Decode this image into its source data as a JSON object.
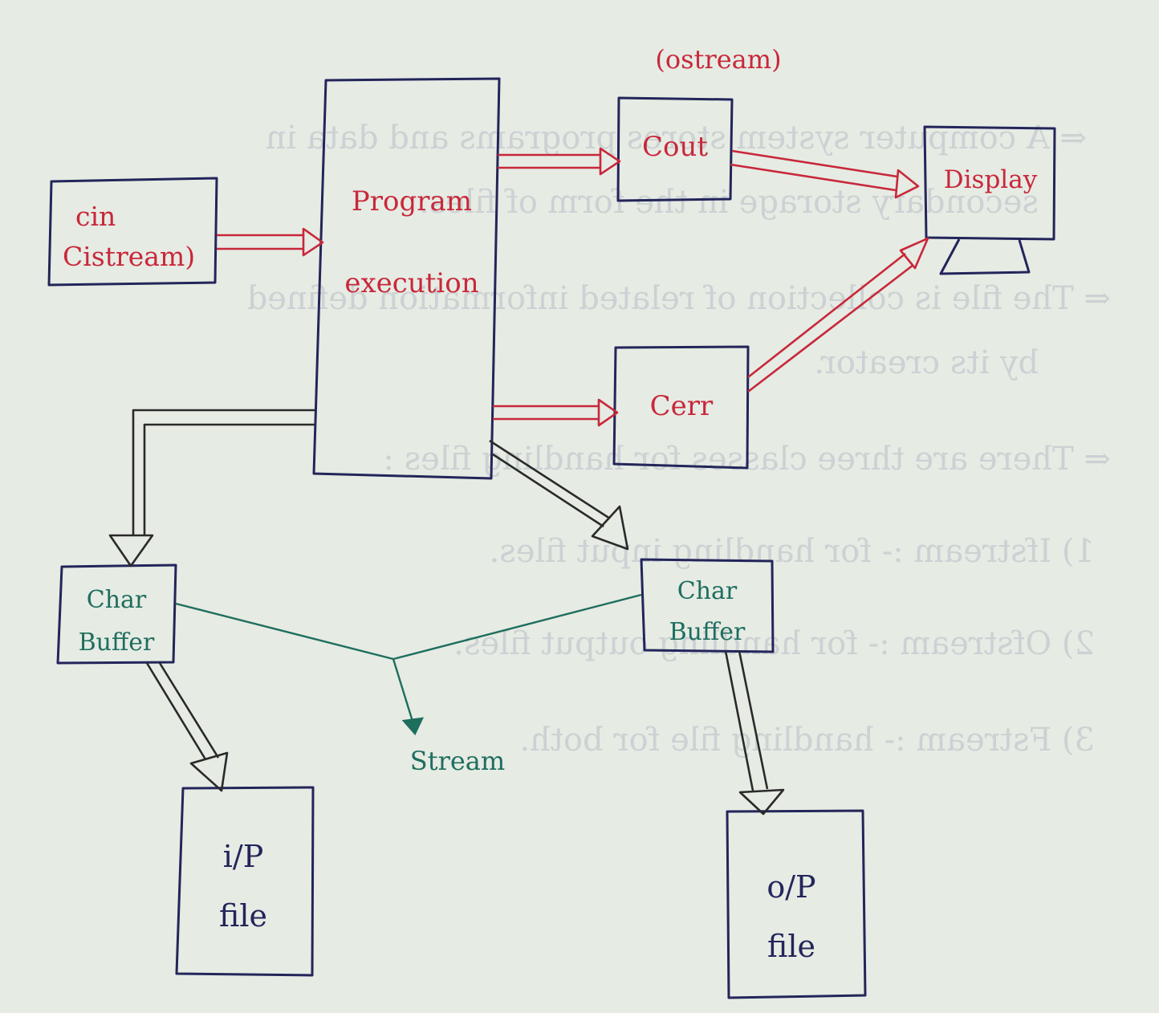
{
  "labels": {
    "cin_line1": "cin",
    "cin_line2": "Cistream)",
    "program_line1": "Program",
    "program_line2": "execution",
    "cout": "Cout",
    "cout_class": "(ostream)",
    "cerr": "Cerr",
    "display": "Display",
    "char_buffer_left_line1": "Char",
    "char_buffer_left_line2": "Buffer",
    "char_buffer_right_line1": "Char",
    "char_buffer_right_line2": "Buffer",
    "stream": "Stream",
    "input_file_line1": "i/P",
    "input_file_line2": "file",
    "output_file_line1": "o/P",
    "output_file_line2": "file"
  },
  "colors": {
    "paper": "#e6ebe4",
    "box_ink": "#23255a",
    "red_ink": "#c8283a",
    "green_ink": "#1e6e5e",
    "black_ink": "#2a2a2a",
    "bleed_through": "#b8bcc6"
  },
  "bleed_through_text": [
    "⇐ A computer system stores programs and data in",
    "secondary storage in the form of files.",
    "⇐ The file is collection of related information defined",
    "by its creator.",
    "⇐ There are three classes for handling files :",
    "1) Ifstream :- for handling input files.",
    "2) Ofstream :- for handling output files.",
    "3) Fstream :- handling file for both."
  ]
}
